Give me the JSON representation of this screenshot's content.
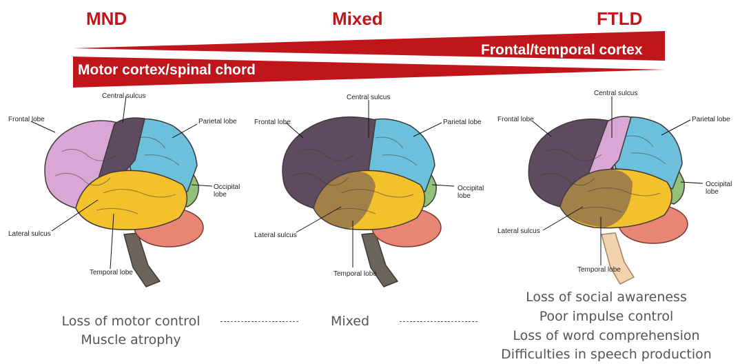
{
  "headings": {
    "left": "MND",
    "middle": "Mixed",
    "right": "FTLD"
  },
  "wedges": {
    "top_label": "Frontal/temporal cortex",
    "bottom_label": "Motor cortex/spinal chord",
    "color": "#c0161b"
  },
  "brains": [
    {
      "id": "mnd",
      "labels": {
        "frontal": "Frontal lobe",
        "central": "Central sulcus",
        "parietal": "Parietal lobe",
        "occipital_1": "Occipital",
        "occipital_2": "lobe",
        "lateral": "Lateral sulcus",
        "temporal": "Temporal lobe"
      }
    },
    {
      "id": "mixed",
      "labels": {
        "frontal": "Frontal lobe",
        "central": "Central sulcus",
        "parietal": "Parietal lobe",
        "occipital_1": "Occipital",
        "occipital_2": "lobe",
        "lateral": "Lateral sulcus",
        "temporal": "Temporal lobe"
      }
    },
    {
      "id": "ftld",
      "labels": {
        "frontal": "Frontal lobe",
        "central": "Central sulcus",
        "parietal": "Parietal lobe",
        "occipital_1": "Occipital",
        "occipital_2": "lobe",
        "lateral": "Lateral sulcus",
        "temporal": "Temporal lobe"
      }
    }
  ],
  "symptoms": {
    "mnd": [
      "Loss of motor control",
      "Muscle atrophy"
    ],
    "mixed": [
      "Mixed"
    ],
    "ftld": [
      "Loss of social awareness",
      "Poor impulse control",
      "Loss of word comprehension",
      "Difficulties in speech production"
    ]
  },
  "colors": {
    "frontal_pink": "#d9a6d6",
    "frontal_dark": "#5f4b60",
    "parietal": "#6cc0dc",
    "temporal": "#f3c12c",
    "occipital": "#93c17c",
    "cerebellum": "#e98574",
    "stem_dark": "#6b645c",
    "stem_light": "#f2d3ad"
  }
}
